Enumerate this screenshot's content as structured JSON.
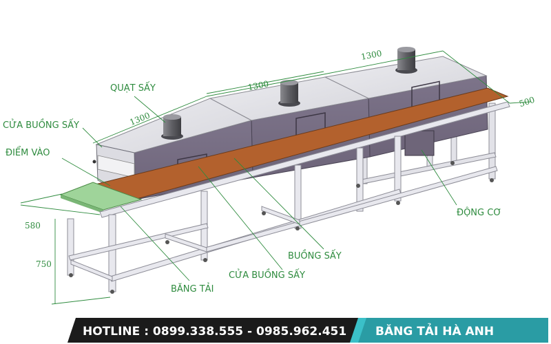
{
  "labels": {
    "quat_say": "QUẠT SẤY",
    "cua_buong_say_top": "CỬA BUỒNG SẤY",
    "diem_vao": "ĐIỂM VÀO",
    "dong_co": "ĐỘNG CƠ",
    "buong_say": "BUỒNG SẤY",
    "cua_buong_say_bottom": "CỬA BUỒNG SẤY",
    "bang_tai": "BĂNG TẢI"
  },
  "dimensions": {
    "seg1": "1300",
    "seg2": "1300",
    "seg3": "1300",
    "depth": "500",
    "width_front": "580",
    "height": "750"
  },
  "banner": {
    "hotline": "HOTLINE : 0899.338.555 - 0985.962.451",
    "brand": "BĂNG TẢI HÀ ANH"
  },
  "colors": {
    "accent_green": "#2e8b3e",
    "chamber": "#756c82",
    "frame": "#e6e6ea",
    "belt": "#b3612d",
    "banner_dark": "#1b1b1b",
    "banner_teal": "#2a9ca4"
  }
}
